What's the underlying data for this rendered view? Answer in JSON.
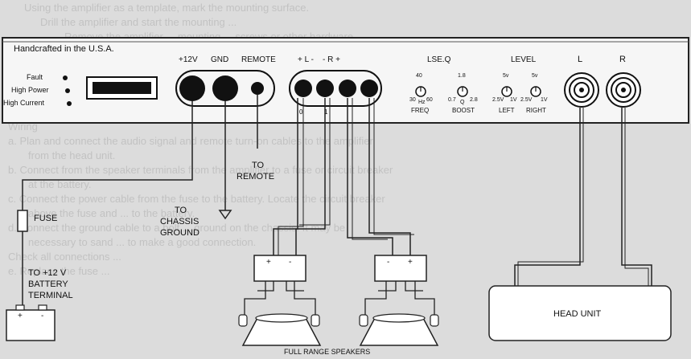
{
  "panel": {
    "made_in": "Handcrafted in the U.S.A.",
    "indicators": [
      "Fault",
      "High Power",
      "High Current"
    ],
    "terminals": {
      "power": "+12V",
      "ground": "GND",
      "remote": "REMOTE",
      "speaker_header": "+ L -    - R +",
      "speaker_marks": [
        "0",
        "1"
      ]
    },
    "lseq": {
      "title": "LSE.Q",
      "freq_value": "40",
      "freq_min": "30",
      "freq_max": "60",
      "freq_unit": "Hz",
      "freq_label": "FREQ",
      "boost_value": "1.8",
      "boost_min": "0.7",
      "boost_max": "2.8",
      "boost_unit": "Q",
      "boost_label": "BOOST"
    },
    "level": {
      "title": "LEVEL",
      "left_top": "5v",
      "left_min": "2.5V",
      "left_max": "1V",
      "left_label": "LEFT",
      "right_top": "5v",
      "right_min": "2.5V",
      "right_max": "1V",
      "right_label": "RIGHT"
    },
    "rca": {
      "left": "L",
      "right": "R"
    }
  },
  "labels": {
    "fuse": "FUSE",
    "to_remote_1": "TO",
    "to_remote_2": "REMOTE",
    "to_chassis_1": "TO",
    "to_chassis_2": "CHASSIS",
    "to_chassis_3": "GROUND",
    "battery_1": "TO +12 V",
    "battery_2": "BATTERY",
    "battery_3": "TERMINAL",
    "head_unit": "HEAD UNIT",
    "speakers": "FULL RANGE SPEAKERS"
  },
  "ghost_text": [
    "Using the amplifier as a template, mark the mounting surface.",
    "Drill the amplifier and start the mounting ...",
    "Remove the amplifier ... mounting ... screws or other hardware.",
    "Wiring",
    "a. Plan and connect the audio signal and remote turn-on cables to the amplifier",
    "from the head unit.",
    "b. Connect from the speaker terminals from the amplifier to a fuse or circuit breaker",
    "at the battery.",
    "c. Connect the power cable from the fuse to the battery. Locate the circuit breaker",
    "above the fuse and ... to the battery.",
    "d. Connect the ground cable to a bolt ... ground on the chassis. It may be",
    "necessary to sand ... to make a good connection.",
    "Check all connections ...",
    "e. Replace the fuse ..."
  ]
}
